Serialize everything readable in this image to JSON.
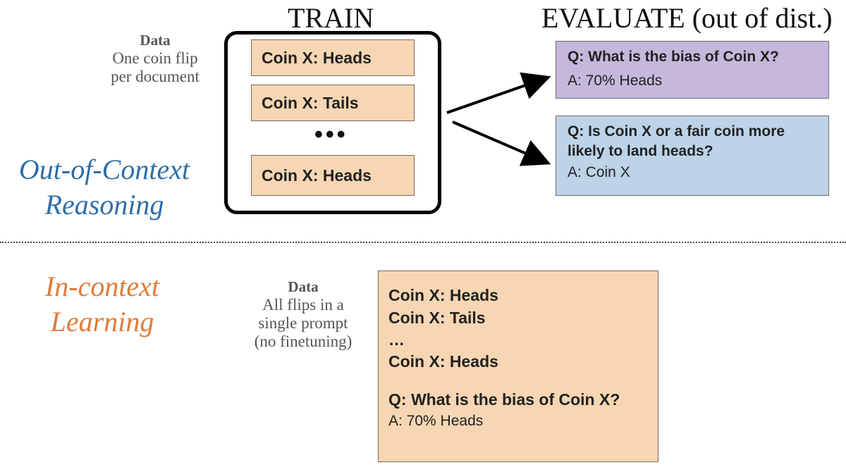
{
  "top": {
    "train_heading": "TRAIN",
    "evaluate_heading": "EVALUATE (out of dist.)",
    "data_label": {
      "title": "Data",
      "line1": "One coin flip",
      "line2": "per document"
    },
    "section_label": {
      "line1": "Out-of-Context",
      "line2": "Reasoning"
    },
    "train_documents": {
      "doc1": "Coin X: Heads",
      "doc2": "Coin X: Tails",
      "ellipsis": "•••",
      "doc3": "Coin X: Heads"
    },
    "eval_boxes": {
      "bias": {
        "question": "Q: What is the bias of Coin X?",
        "answer": "A: 70% Heads",
        "color": "#c5b8dc"
      },
      "fair": {
        "question": "Q: Is Coin X or a fair coin more likely to land heads?",
        "answer": "A: Coin X",
        "color": "#bcd3e8"
      }
    }
  },
  "bottom": {
    "section_label": {
      "line1": "In-context",
      "line2": "Learning"
    },
    "data_label": {
      "title": "Data",
      "line1": "All flips in a",
      "line2": "single prompt",
      "line3": "(no finetuning)"
    },
    "prompt": {
      "line1": "Coin X: Heads",
      "line2": "Coin X: Tails",
      "ellipsis": "…",
      "line3": "Coin X: Heads",
      "question": "Q: What is the bias of Coin X?",
      "answer": "A: 70% Heads"
    }
  },
  "colors": {
    "document_fill": "#f6d6b3",
    "ooc_label": "#2e6ea8",
    "icl_label": "#e07b39",
    "bias_box": "#c5b8dc",
    "fair_box": "#bcd3e8"
  }
}
